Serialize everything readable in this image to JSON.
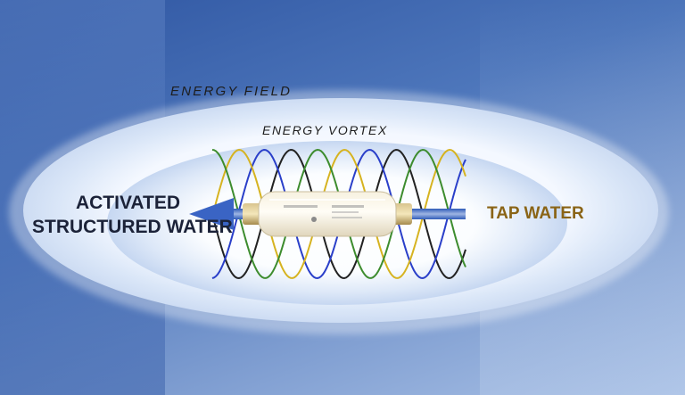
{
  "labels": {
    "energy_field": "ENERGY FIELD",
    "energy_vortex": "ENERGY VORTEX",
    "activated_line1": "ACTIVATED",
    "activated_line2": "STRUCTURED WATER",
    "tap_water": "TAP WATER"
  },
  "colors": {
    "background_deep": "#2f56a2",
    "background_light": "#a9c1e6",
    "field_glow": "#ffffff",
    "arrow": "#3a64c4",
    "tap_water_text": "#8a6416",
    "wave_colors": [
      "#222222",
      "#2a3fc9",
      "#d6b320",
      "#3d8c2e"
    ]
  }
}
